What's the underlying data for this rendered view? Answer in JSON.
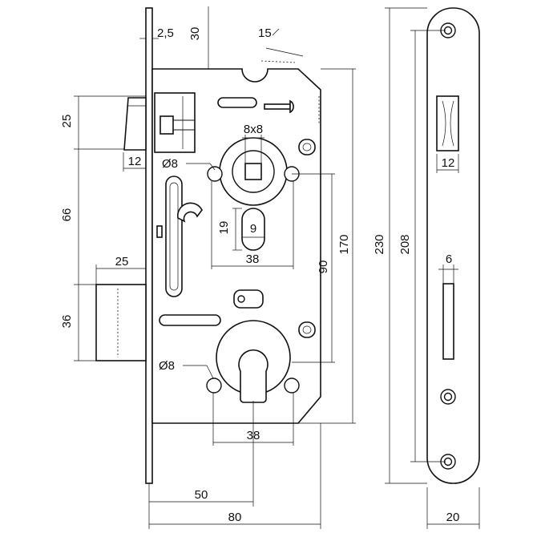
{
  "labels": {
    "plate_thickness": "2,5",
    "top_offset": "30",
    "bevel_angle": "15",
    "latch_height": "25",
    "latch_projection": "12",
    "follower_square": "8x8",
    "hole_dia_top": "Ø8",
    "between_bolts": "66",
    "slot_height": "19",
    "slot_width": "9",
    "top_hole_spacing": "38",
    "deadbolt_projection": "25",
    "deadbolt_height": "36",
    "center_distance": "90",
    "case_height": "170",
    "hole_dia_bottom": "Ø8",
    "bottom_hole_spacing": "38",
    "backset": "50",
    "case_depth": "80",
    "faceplate_length": "230",
    "screw_spacing": "208",
    "latch_window_width": "12",
    "bolt_window_width": "6",
    "faceplate_width": "20"
  },
  "colors": {
    "line": "#111111",
    "background": "#ffffff"
  }
}
